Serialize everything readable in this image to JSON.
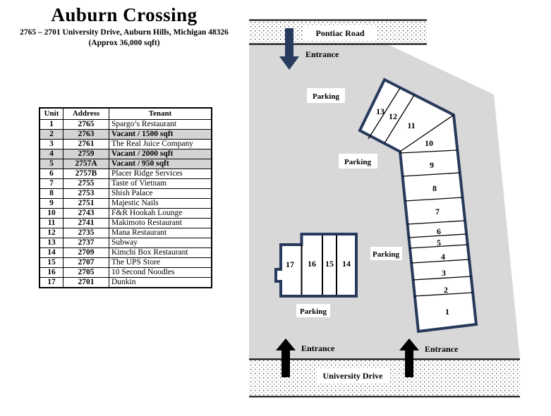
{
  "header": {
    "title": "Auburn Crossing",
    "subtitle_line1": "2765 – 2701 University Drive, Auburn Hills, Michigan 48326",
    "subtitle_line2": "(Approx 36,000 sqft)"
  },
  "table": {
    "headers": [
      "Unit",
      "Address",
      "Tenant"
    ],
    "rows": [
      {
        "unit": "1",
        "address": "2765",
        "tenant": "Spargo’s Restaurant"
      },
      {
        "unit": "2",
        "address": "2763",
        "tenant": "Vacant / 1500 sqft"
      },
      {
        "unit": "3",
        "address": "2761",
        "tenant": "The Real Juice Company"
      },
      {
        "unit": "4",
        "address": "2759",
        "tenant": "Vacant / 2000 sqft"
      },
      {
        "unit": "5",
        "address": "2757A",
        "tenant": "Vacant / 950 sqft"
      },
      {
        "unit": "6",
        "address": "2757B",
        "tenant": "Placer Ridge Services"
      },
      {
        "unit": "7",
        "address": "2755",
        "tenant": "Taste of Vietnam"
      },
      {
        "unit": "8",
        "address": "2753",
        "tenant": "Shish Palace"
      },
      {
        "unit": "9",
        "address": "2751",
        "tenant": "Majestic Nails"
      },
      {
        "unit": "10",
        "address": "2743",
        "tenant": "F&R Hookah Lounge"
      },
      {
        "unit": "11",
        "address": "2741",
        "tenant": "Makimoto Restaurant"
      },
      {
        "unit": "12",
        "address": "2735",
        "tenant": "Mana Restaurant"
      },
      {
        "unit": "13",
        "address": "2737",
        "tenant": "Subway"
      },
      {
        "unit": "14",
        "address": "2709",
        "tenant": "Kimchi Box Restaurant"
      },
      {
        "unit": "15",
        "address": "2707",
        "tenant": "The UPS Store"
      },
      {
        "unit": "16",
        "address": "2705",
        "tenant": "10 Second Noodles"
      },
      {
        "unit": "17",
        "address": "2701",
        "tenant": "Dunkin"
      }
    ]
  },
  "map": {
    "roads": {
      "top": "Pontiac Road",
      "bottom": "University Drive"
    },
    "labels": {
      "entrance": "Entrance",
      "parking": "Parking"
    },
    "units": [
      "1",
      "2",
      "3",
      "4",
      "5",
      "6",
      "7",
      "8",
      "9",
      "10",
      "11",
      "12",
      "13",
      "14",
      "15",
      "16",
      "17"
    ],
    "colors": {
      "building_outline": "#27395c",
      "lot_fill": "#d8d8d8",
      "vacant_row_fill": "#d4d4d4",
      "arrow_navy": "#27395c",
      "arrow_black": "#000000"
    }
  }
}
